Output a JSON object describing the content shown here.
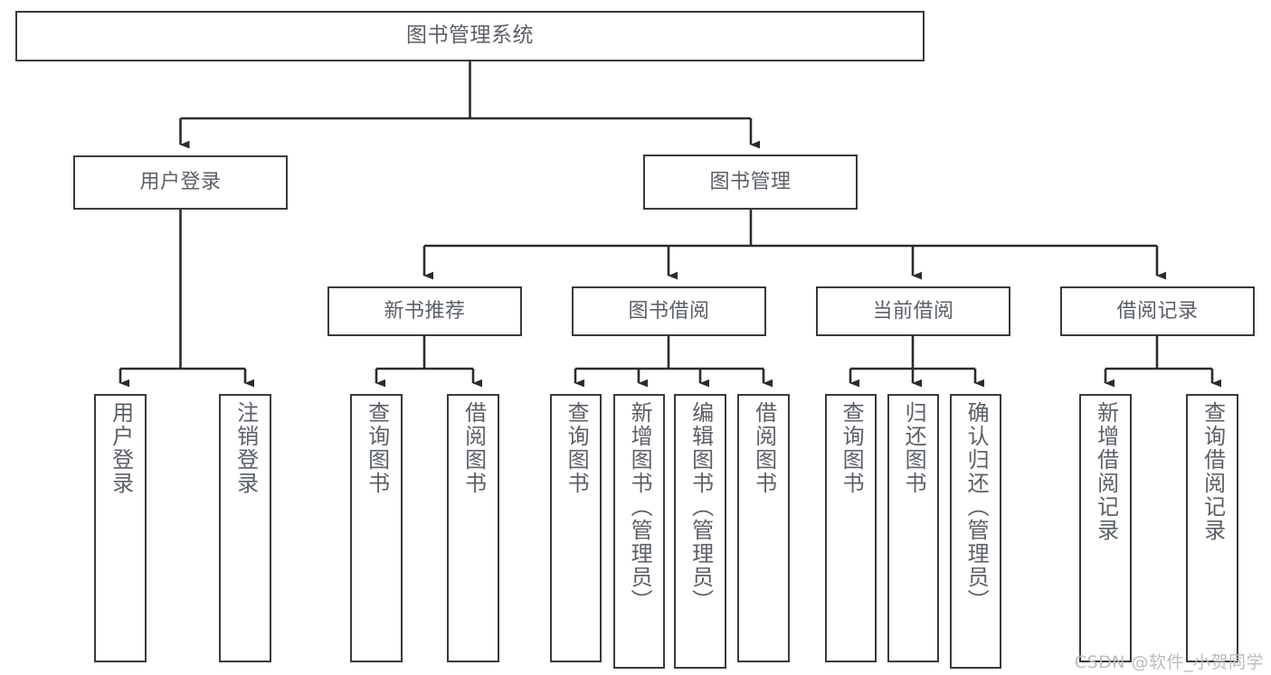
{
  "diagram": {
    "title": "图书管理系统",
    "type": "tree",
    "watermark": "CSDN @软件_小贺同学",
    "colors": {
      "box_border": "#3a3a3a",
      "box_fill": "#ffffff",
      "text": "#5b6068",
      "connector": "#2b2b2b",
      "watermark": "#b9bcc0",
      "background": "#ffffff"
    },
    "nodes": {
      "root": {
        "label": "图书管理系统"
      },
      "level1": [
        {
          "id": "user-login",
          "label": "用户登录"
        },
        {
          "id": "book-manage",
          "label": "图书管理"
        }
      ],
      "level2": [
        {
          "id": "new-book-recommend",
          "label": "新书推荐",
          "parent": "book-manage"
        },
        {
          "id": "book-borrow",
          "label": "图书借阅",
          "parent": "book-manage"
        },
        {
          "id": "current-borrow",
          "label": "当前借阅",
          "parent": "book-manage"
        },
        {
          "id": "borrow-record",
          "label": "借阅记录",
          "parent": "book-manage"
        }
      ],
      "leaves": [
        {
          "id": "leaf-user-login",
          "label": "用户登录",
          "parent": "user-login"
        },
        {
          "id": "leaf-user-logout",
          "label": "注销登录",
          "parent": "user-login"
        },
        {
          "id": "leaf-query-book-1",
          "label": "查询图书",
          "parent": "new-book-recommend"
        },
        {
          "id": "leaf-borrow-book-1",
          "label": "借阅图书",
          "parent": "new-book-recommend"
        },
        {
          "id": "leaf-query-book-2",
          "label": "查询图书",
          "parent": "book-borrow"
        },
        {
          "id": "leaf-add-book",
          "label": "新增图书（管理员）",
          "parent": "book-borrow"
        },
        {
          "id": "leaf-edit-book",
          "label": "编辑图书（管理员）",
          "parent": "book-borrow"
        },
        {
          "id": "leaf-borrow-book-2",
          "label": "借阅图书",
          "parent": "book-borrow"
        },
        {
          "id": "leaf-query-book-3",
          "label": "查询图书",
          "parent": "current-borrow"
        },
        {
          "id": "leaf-return-book",
          "label": "归还图书",
          "parent": "current-borrow"
        },
        {
          "id": "leaf-confirm-return",
          "label": "确认归还（管理员）",
          "parent": "current-borrow"
        },
        {
          "id": "leaf-add-borrow-record",
          "label": "新增借阅记录",
          "parent": "borrow-record"
        },
        {
          "id": "leaf-query-borrow-record",
          "label": "查询借阅记录",
          "parent": "borrow-record"
        }
      ]
    }
  }
}
